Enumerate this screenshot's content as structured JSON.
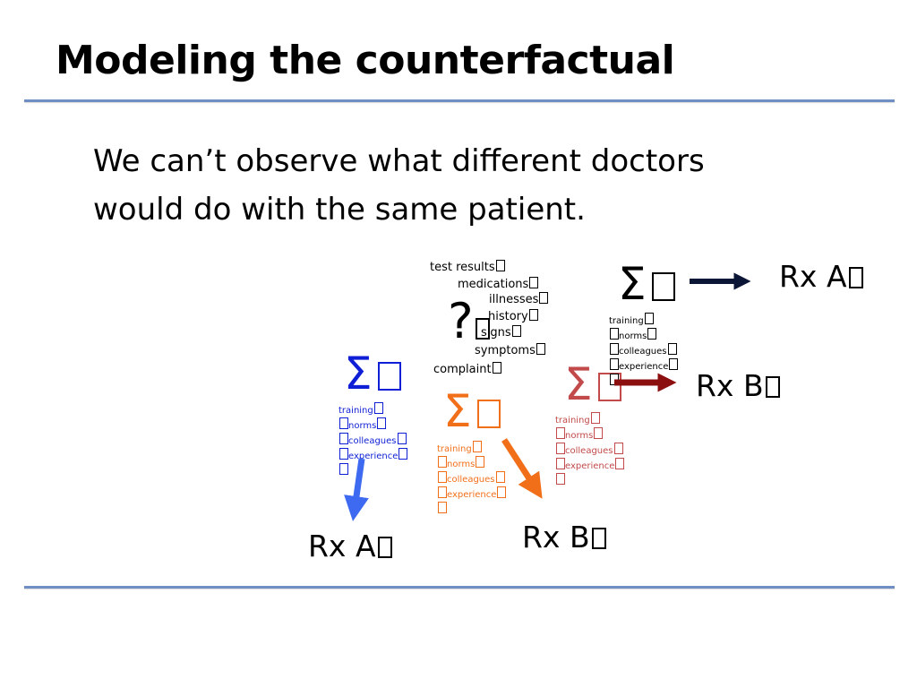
{
  "slide": {
    "title": "Modeling the counterfactual",
    "body": [
      "We can’t observe what different doctors",
      "would do with the same patient."
    ]
  },
  "patient": {
    "question_mark": "?",
    "features": [
      "test results",
      "medications",
      "illnesses",
      "history",
      "signs",
      "symptoms",
      "complaint"
    ]
  },
  "doctors": [
    {
      "symbol": "Σ",
      "factors": [
        "training",
        "norms",
        "colleagues",
        "experience"
      ],
      "prescription": "Rx A",
      "color": "#0f1fd6",
      "arrow_color": "#3d6af0"
    },
    {
      "symbol": "Σ",
      "factors": [
        "training",
        "norms",
        "colleagues",
        "experience"
      ],
      "prescription": "Rx B",
      "color": "#f26f1a",
      "arrow_color": "#f26f1a"
    },
    {
      "symbol": "Σ",
      "factors": [
        "training",
        "norms",
        "colleagues",
        "experience"
      ],
      "prescription": "Rx B",
      "color": "#c24a4a",
      "arrow_color": "#8b0f0f"
    },
    {
      "symbol": "Σ",
      "factors": [
        "training",
        "norms",
        "colleagues",
        "experience"
      ],
      "prescription": "Rx A",
      "color": "#000000",
      "arrow_color": "#0b1535"
    }
  ],
  "icons": {
    "missing_glyph": "missing-glyph-box-icon",
    "arrow": "arrow-icon"
  }
}
